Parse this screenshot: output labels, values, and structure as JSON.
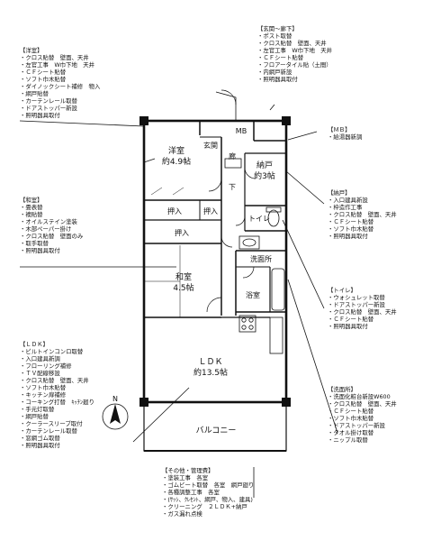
{
  "rooms": {
    "washitsu_western": {
      "name": "洋室",
      "size": "約4.9帖"
    },
    "genkan": {
      "name": "玄関"
    },
    "mb": {
      "name": "MB"
    },
    "roka": {
      "name": "廊下"
    },
    "nando": {
      "name": "納戸",
      "size": "約3帖"
    },
    "oshiire1": {
      "name": "押入"
    },
    "oshiire2": {
      "name": "押入"
    },
    "oshiire3": {
      "name": "押入"
    },
    "toilet": {
      "name": "トイレ"
    },
    "washitsu": {
      "name": "和室",
      "size": "4.5帖"
    },
    "senmenjo": {
      "name": "洗面所"
    },
    "yokushitsu": {
      "name": "浴室"
    },
    "ldk": {
      "name": "ＬＤＫ",
      "size": "約13.5帖"
    },
    "balcony": {
      "name": "バルコニー"
    },
    "compass": {
      "label": "N"
    }
  },
  "notes": {
    "western": {
      "title": "【洋室】",
      "items": [
        "クロス貼替　壁面、天井",
        "左官工事　W巾下地　天井",
        "ＣＦシート貼替",
        "ソフト巾木貼替",
        "ダイノックシート補修　物入",
        "網戸貼替",
        "カーテンレール取替",
        "ドアストッパー新設",
        "照明器具取付"
      ]
    },
    "entrance": {
      "title": "【玄関～廊下】",
      "items": [
        "ポスト取替",
        "クロス貼替　壁面、天井",
        "左官工事　W巾下地　天井",
        "ＣＦシート貼替",
        "フロアータイル貼（土間）",
        "内網戸新設",
        "照明器具取付"
      ]
    },
    "mb": {
      "title": "【ＭＢ】",
      "items": [
        "給湯器新調"
      ]
    },
    "nando": {
      "title": "【納戸】",
      "items": [
        "入口建具新設",
        "枠造作工事",
        "クロス貼替　壁面、天井",
        "ＣＦシート貼替",
        "ソフト巾木貼替",
        "照明器具取付"
      ]
    },
    "washitsu": {
      "title": "【和室】",
      "items": [
        "畳表替",
        "襖貼替",
        "オイルステイン塗装",
        "木部ペーパー掛け",
        "クロス貼替　壁面のみ",
        "取手取替",
        "照明器具取付"
      ]
    },
    "toilet": {
      "title": "【トイレ】",
      "items": [
        "ウォシュレット取替",
        "ドアストッパー新設",
        "クロス貼替　壁面、天井",
        "ＣＦシート貼替",
        "照明器具取付"
      ]
    },
    "ldk": {
      "title": "【ＬＤＫ】",
      "items": [
        "ビルトインコンロ取替",
        "入口建具新調",
        "フローリング補修",
        "ＴＶ配線移設",
        "クロス貼替　壁面、天井",
        "ソフト巾木貼替",
        "キッチン扉補修",
        "コーキング打替　ｷｯﾁﾝ廻り",
        "手元灯取替",
        "網戸貼替",
        "クーラースリーブ取付",
        "カーテンレール取替",
        "窓網ゴム取替",
        "照明器具取付"
      ]
    },
    "senmenjo": {
      "title": "【洗面所】",
      "items": [
        "洗面化粧台新設W600",
        "クロス貼替　壁面、天井",
        "ＣＦシート貼替",
        "ソフト巾木貼替",
        "ドアストッパー新設",
        "タオル掛け取替",
        "ニップル取替"
      ]
    },
    "other": {
      "title": "【その他・管理費】",
      "items": [
        "塗装工事　各室",
        "ゴムビート取替　各室　網戸廻り",
        "各種調整工事　各室",
        "(ｻｯｼ、ｸﾚｾﾝﾄ、網戸、物入、建具)",
        "クリーニング　２ＬＤＫ+納戸",
        "ガス漏れ点検"
      ]
    }
  }
}
